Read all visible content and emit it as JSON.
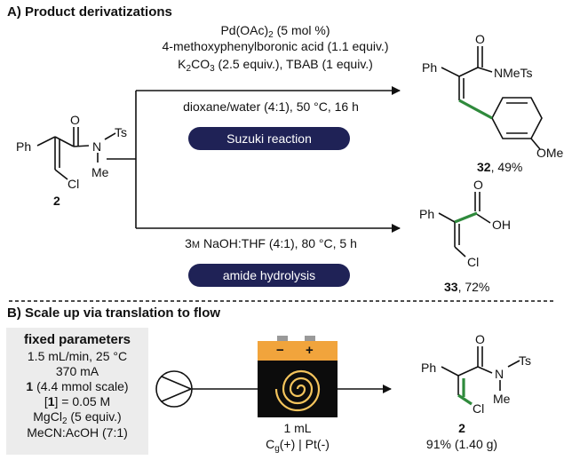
{
  "sectionA": {
    "title": "A) Product derivatizations",
    "suzuki": {
      "catalyst_pre": "Pd(OAc)",
      "catalyst_sub": "2",
      "catalyst_post": " (5 mol %)",
      "boronic": "4-methoxyphenylboronic acid (1.1 equiv.)",
      "base_pre": "K",
      "base_sub1": "2",
      "base_mid": "CO",
      "base_sub2": "3",
      "base_post": " (2.5 equiv.), TBAB (1 equiv.)",
      "solvent": "dioxane/water (4:1), 50 °C, 16 h",
      "label": "Suzuki reaction"
    },
    "hydrolysis": {
      "conditions_pre": "3",
      "conditions_unit": "M",
      "conditions_post": " NaOH:THF (4:1), 80 °C, 5 h",
      "label": "amide hydrolysis"
    },
    "sm": {
      "Ph": "Ph",
      "O": "O",
      "N": "N",
      "Ts": "Ts",
      "Me": "Me",
      "Cl": "Cl",
      "num": "2"
    },
    "p32": {
      "Ph": "Ph",
      "O": "O",
      "N": "NMeTs",
      "OMe": "OMe",
      "num": "32",
      "yield": ", 49%"
    },
    "p33": {
      "Ph": "Ph",
      "O": "O",
      "OH": "OH",
      "Cl": "Cl",
      "num": "33",
      "yield": ", 72%"
    }
  },
  "sectionB": {
    "title": "B) Scale up via translation to flow",
    "params": {
      "heading": "fixed parameters",
      "flow": "1.5 mL/min, 25 °C",
      "current": "370 mA",
      "scale_num": "1",
      "scale_post": " (4.4 mmol scale)",
      "conc_pre": "[",
      "conc_num": "1",
      "conc_post": "] = 0.05 M",
      "mg_pre": "MgCl",
      "mg_sub": "2",
      "mg_post": " (5 equiv.)",
      "solvent": "MeCN:AcOH (7:1)"
    },
    "reactor": {
      "volume": "1 mL",
      "el_pre": "C",
      "el_sub": "g",
      "el_post": "(+) | Pt(-)",
      "minus": "−",
      "plus": "+"
    },
    "product": {
      "Ph": "Ph",
      "O": "O",
      "N": "N",
      "Ts": "Ts",
      "Me": "Me",
      "Cl": "Cl",
      "num": "2",
      "yield": "91% (1.40 g)"
    }
  },
  "colors": {
    "highlight_green": "#2f8a3c",
    "pill": "#1f2256",
    "battery": "#f1a43c",
    "box": "#ececec"
  }
}
